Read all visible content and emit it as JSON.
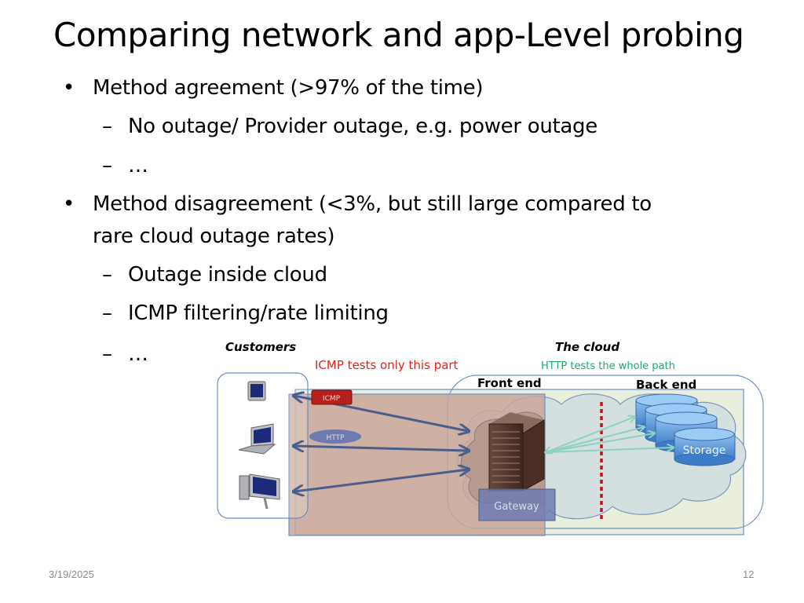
{
  "slide": {
    "title": "Comparing network and app-Level probing",
    "bullets": [
      {
        "level": 1,
        "marker": "•",
        "text": "Method agreement (>97% of the time)"
      },
      {
        "level": 2,
        "marker": "–",
        "text": "No outage/ Provider outage, e.g. power outage"
      },
      {
        "level": 2,
        "marker": "–",
        "text": "…"
      },
      {
        "level": 1,
        "marker": "•",
        "text": "Method disagreement (<3%, but still large compared to"
      },
      {
        "level": 1,
        "marker": "",
        "text": "rare cloud outage rates)"
      },
      {
        "level": 2,
        "marker": "–",
        "text": "Outage inside cloud"
      },
      {
        "level": 2,
        "marker": "–",
        "text": "ICMP filtering/rate limiting"
      },
      {
        "level": 2,
        "marker": "–",
        "text": "…"
      }
    ],
    "footer": {
      "date": "3/19/2025",
      "page": "12"
    }
  },
  "diagram": {
    "customers_label": "Customers",
    "cloud_label": "The cloud",
    "icmp_note": "ICMP tests only this part",
    "http_note": "HTTP tests the whole path",
    "front_end_label": "Front end",
    "back_end_label": "Back end",
    "icmp_tag": "ICMP",
    "http_tag": "HTTP",
    "gateway_label": "Gateway",
    "storage_label": "Storage",
    "colors": {
      "icmp": "#e0241b",
      "http": "#1fa86a",
      "icmp_region": "#c9a69a",
      "http_region": "#e9eedd",
      "arrow": "#4a5e8c",
      "storage": "#4f8fd8",
      "gateway": "#6d7bb0",
      "divider": "#c0141a"
    }
  }
}
